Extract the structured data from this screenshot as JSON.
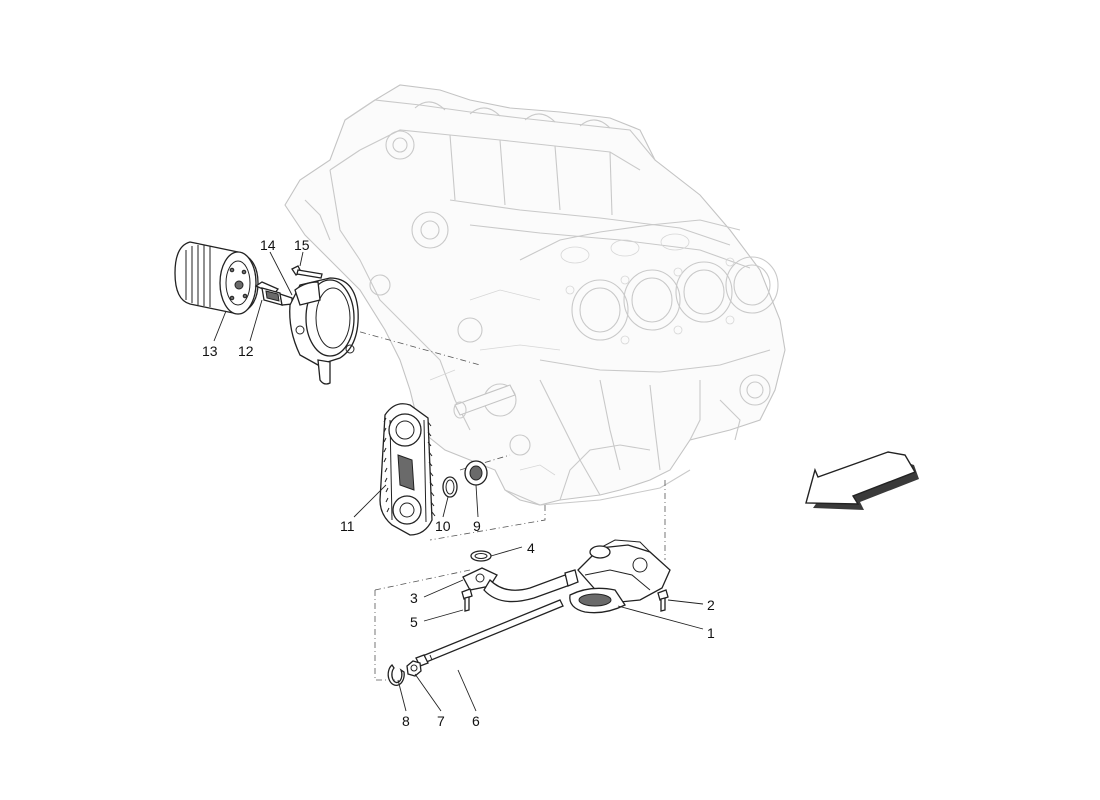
{
  "callouts": {
    "c1": "1",
    "c2": "2",
    "c3": "3",
    "c4": "4",
    "c5": "5",
    "c6": "6",
    "c7": "7",
    "c8": "8",
    "c9": "9",
    "c10": "10",
    "c11": "11",
    "c12": "12",
    "c13": "13",
    "c14": "14",
    "c15": "15"
  },
  "icons": {
    "direction_arrow": "arrow-icon"
  }
}
